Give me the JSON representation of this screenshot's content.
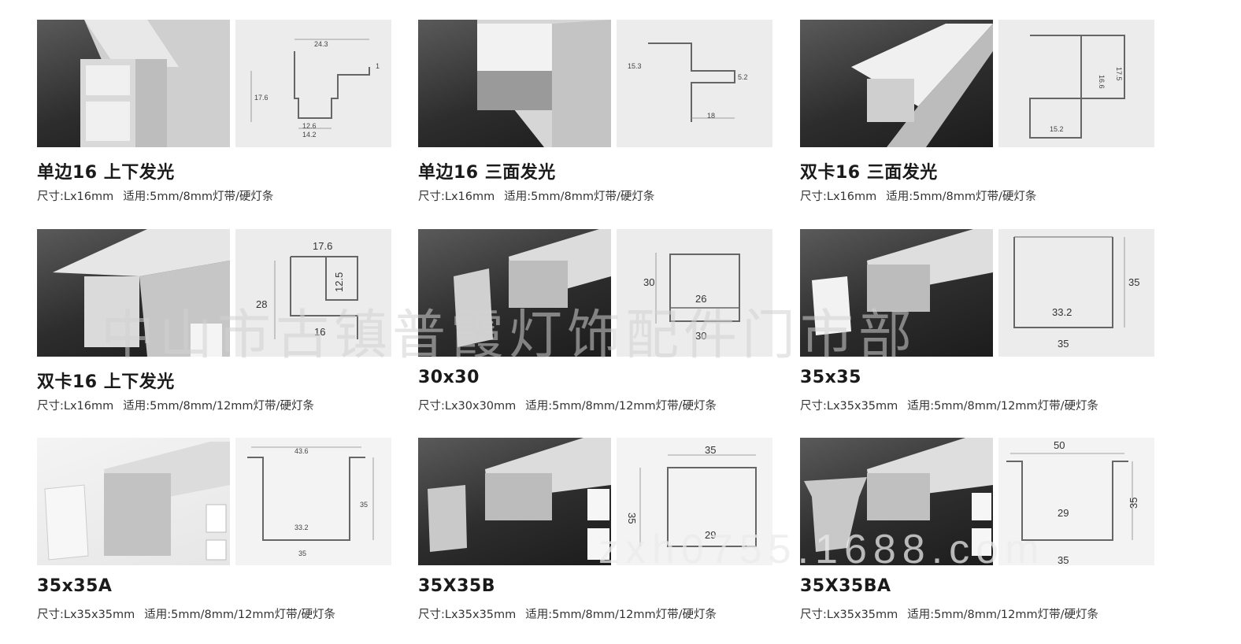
{
  "products": [
    {
      "title": "单边16 上下发光",
      "size": "尺寸:Lx16mm",
      "usage": "适用:5mm/8mm灯带/硬灯条",
      "dims": [
        "24.3",
        "1",
        "17.6",
        "12.6",
        "14.2"
      ]
    },
    {
      "title": "单边16 三面发光",
      "size": "尺寸:Lx16mm",
      "usage": "适用:5mm/8mm灯带/硬灯条",
      "dims": [
        "15.3",
        "5.2",
        "18"
      ]
    },
    {
      "title": "双卡16 三面发光",
      "size": "尺寸:Lx16mm",
      "usage": "适用:5mm/8mm灯带/硬灯条",
      "dims": [
        "16.6",
        "17.5",
        "15.2"
      ]
    },
    {
      "title": "双卡16 上下发光",
      "size": "尺寸:Lx16mm",
      "usage": "适用:5mm/8mm/12mm灯带/硬灯条",
      "dims": [
        "17.6",
        "28",
        "12.5",
        "16"
      ]
    },
    {
      "title": "30x30",
      "size": "尺寸:Lx30x30mm",
      "usage": "适用:5mm/8mm/12mm灯带/硬灯条",
      "dims": [
        "30",
        "26",
        "30"
      ]
    },
    {
      "title": "35x35",
      "size": "尺寸:Lx35x35mm",
      "usage": "适用:5mm/8mm/12mm灯带/硬灯条",
      "dims": [
        "35",
        "33.2",
        "35"
      ]
    },
    {
      "title": "35x35A",
      "size": "尺寸:Lx35x35mm",
      "usage": "适用:5mm/8mm/12mm灯带/硬灯条",
      "dims": [
        "43.6",
        "35",
        "33.2",
        "35"
      ]
    },
    {
      "title": "35X35B",
      "size": "尺寸:Lx35x35mm",
      "usage": "适用:5mm/8mm/12mm灯带/硬灯条",
      "dims": [
        "35",
        "35",
        "29"
      ]
    },
    {
      "title": "35X35BA",
      "size": "尺寸:Lx35x35mm",
      "usage": "适用:5mm/8mm/12mm灯带/硬灯条",
      "dims": [
        "50",
        "35",
        "29",
        "35"
      ]
    }
  ],
  "watermark": "中山市古镇普霞灯饰配件门市部",
  "watermark2": "zxh0755.1688.com"
}
